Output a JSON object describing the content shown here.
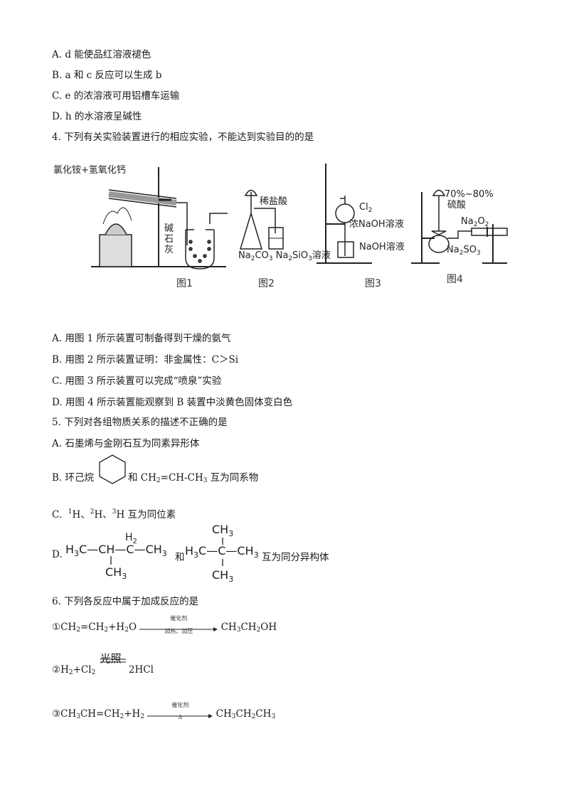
{
  "q3_options": {
    "A": "A. d 能使品红溶液褪色",
    "B": "B. a 和 c 反应可以生成 b",
    "C": "C. e 的浓溶液可用铝槽车运输",
    "D": "D. h 的水溶液呈碱性"
  },
  "q4": {
    "stem": "4. 下列有关实验装置进行的相应实验，不能达到实验目的的是",
    "fig1_reagent": "氯化铵+氢氧化钙",
    "fig1_label": "图1",
    "fig1_lime": [
      "碱",
      "石",
      "灰"
    ],
    "fig2_acid": "稀盐酸",
    "fig2_label": "图2",
    "fig3_gas": "Cl",
    "fig3_gas_sub": "2",
    "fig3_naoh1": "浓NaOH溶液",
    "fig3_naoh2": "NaOH溶液",
    "fig3_label": "图3",
    "fig4_acid1": "70%~80%",
    "fig4_acid2": "硫酸",
    "fig4_label": "图4",
    "options": {
      "A": "A.  用图 1 所示装置可制备得到干燥的氨气",
      "B": "B.  用图 2 所示装置证明：非金属性：C＞Si",
      "C": "C.  用图 3 所示装置可以完成“喷泉”实验",
      "D": "D.  用图 4 所示装置能观察到 B 装置中淡黄色固体变白色"
    }
  },
  "q5": {
    "stem": "5. 下列对各组物质关系的描述不正确的是",
    "A": "A.  石墨烯与金刚石互为同素异形体",
    "B_prefix": "B.  环己烷",
    "B_suffix": "互为同系物",
    "C_prefix": "C.",
    "C_suffix": "互为同位素",
    "D_prefix": "D.",
    "D_and": "和",
    "D_suffix": "互为同分异构体"
  },
  "q6": {
    "stem": "6. 下列各反应中属于加成反应的是",
    "r1_num": "①",
    "r1_cond_top": "催化剂",
    "r1_cond_bot": "加热、加压",
    "r2_num": "②",
    "r2_cond": "光照",
    "r3_num": "③",
    "r3_cond_top": "催化剂",
    "r3_cond_bot": "Δ"
  }
}
